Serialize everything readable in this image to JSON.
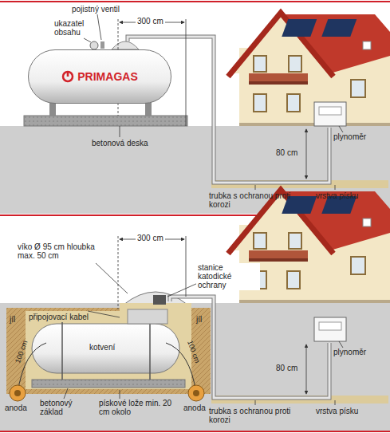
{
  "diagram": {
    "nodes": [
      {
        "text": [
          "PRIMAGAS"
        ]
      }
    ],
    "labels": [
      "pojistný ventil",
      "ukazatel obsahu",
      "300 cm",
      "betonová deska",
      "plynoměr",
      "80 cm",
      "trubka s ochranou proti korozi",
      "vrstva písku",
      "víko Ø 95 cm hloubka max. 50 cm",
      "300 cm",
      "stanice katodické ochrany",
      "připojovací kabel",
      "plynoměr",
      "80 cm",
      "jíl",
      "100 cm",
      "jíl",
      "100 cm",
      "kotvení",
      "anoda",
      "anoda",
      "betonový základ",
      "pískové lože min. 20 cm okolo",
      "trubka s ochranou proti korozi",
      "vrstva písku"
    ]
  }
}
